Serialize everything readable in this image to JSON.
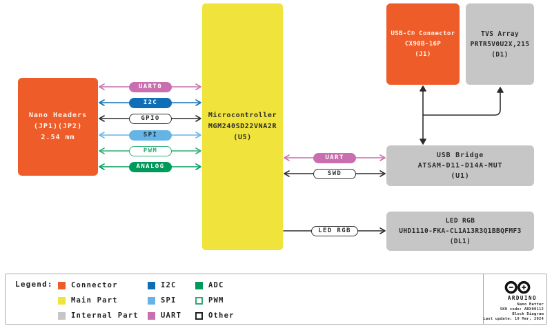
{
  "diagram": {
    "blocks": {
      "nano_headers": {
        "lines": [
          "Nano Headers",
          "(JP1)(JP2)",
          "2.54 mm"
        ]
      },
      "microcontroller": {
        "lines": [
          "Microcontroller",
          "MGM240SD22VNA2R",
          "(U5)"
        ]
      },
      "usb_c_connector": {
        "lines": [
          "USB-C® Connector",
          "CX90B-16P",
          "(J1)"
        ]
      },
      "tvs_array": {
        "lines": [
          "TVS Array",
          "PRTR5V0U2X,215",
          "(D1)"
        ]
      },
      "usb_bridge": {
        "lines": [
          "USB Bridge",
          "ATSAM-D11-D14A-MUT",
          "(U1)"
        ]
      },
      "led_rgb": {
        "lines": [
          "LED RGB",
          "UHD1110-FKA-CL1A13R3Q1BBQFMF3",
          "(DL1)"
        ]
      }
    },
    "left_buses": [
      {
        "label": "UART0",
        "type": "uart"
      },
      {
        "label": "I2C",
        "type": "i2c"
      },
      {
        "label": "GPIO",
        "type": "other"
      },
      {
        "label": "SPI",
        "type": "spi"
      },
      {
        "label": "PWM",
        "type": "pwm"
      },
      {
        "label": "ANALOG",
        "type": "adc"
      }
    ],
    "right_buses": [
      {
        "label": "UART",
        "type": "uart"
      },
      {
        "label": "SWD",
        "type": "other"
      }
    ],
    "led_bus": {
      "label": "LED RGB",
      "type": "other"
    }
  },
  "legend": {
    "title": "Legend:",
    "items": [
      {
        "label": "Connector",
        "swatch": "connector"
      },
      {
        "label": "Main Part",
        "swatch": "main"
      },
      {
        "label": "Internal Part",
        "swatch": "internal"
      },
      {
        "label": "I2C",
        "swatch": "i2c"
      },
      {
        "label": "SPI",
        "swatch": "spi"
      },
      {
        "label": "UART",
        "swatch": "uart"
      },
      {
        "label": "ADC",
        "swatch": "adc"
      },
      {
        "label": "PWM",
        "swatch": "pwm"
      },
      {
        "label": "Other",
        "swatch": "other"
      }
    ]
  },
  "footer": {
    "brand": "ARDUINO",
    "lines": [
      "Nano Matter",
      "SKU code: ABX00112",
      "Block Diagram",
      "Last update: 19 Mar, 2024"
    ]
  },
  "colors": {
    "connector_orange": "#EE5C29",
    "main_yellow": "#EFE33C",
    "internal_gray": "#C6C6C6",
    "i2c_blue": "#0F6EB5",
    "spi_light_blue": "#66B4E6",
    "uart_pink": "#C96FAF",
    "adc_green": "#009A5B",
    "pwm_green": "#2EAB72",
    "other_black": "#2B2B2B"
  }
}
